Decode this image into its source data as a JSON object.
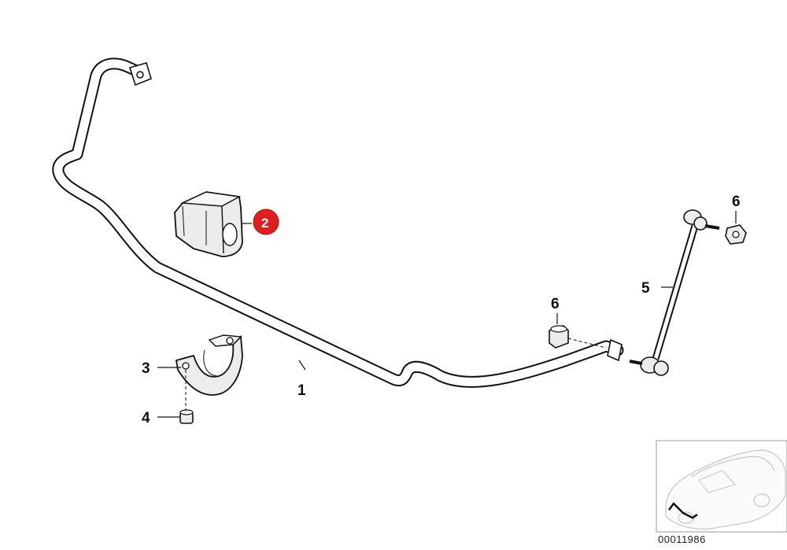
{
  "callouts": {
    "stabilizer_bar": "1",
    "bushing": "2",
    "bracket": "3",
    "nut_small": "4",
    "link": "5",
    "nut_link": "6",
    "grommet": "6"
  },
  "reference_code": "00011986",
  "colors": {
    "badge": "#e01e1e",
    "line": "#111111",
    "part_fill": "#ededed"
  }
}
